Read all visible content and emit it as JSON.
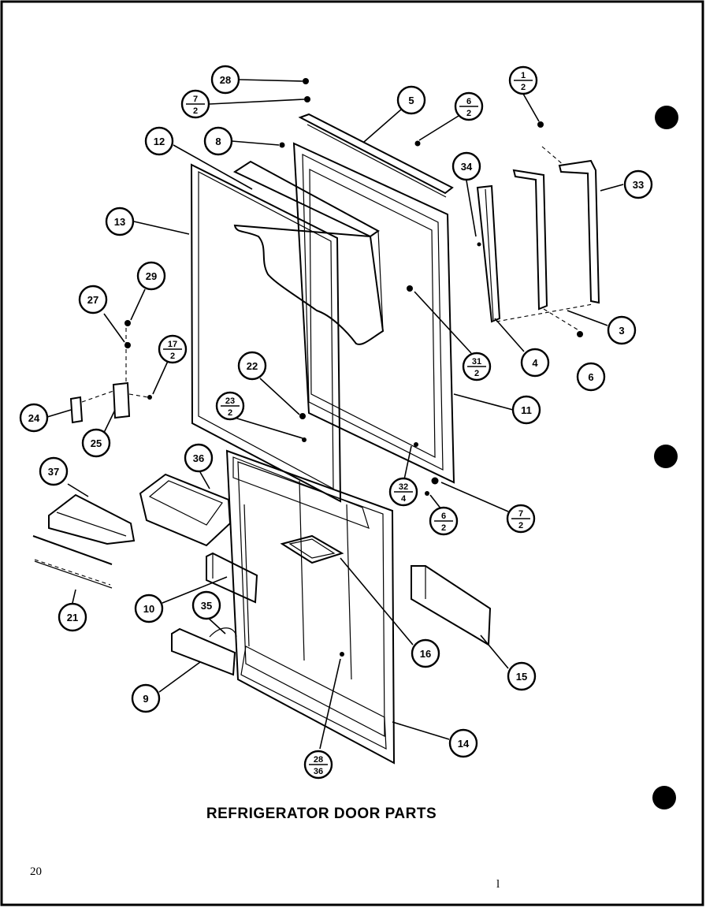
{
  "title": "REFRIGERATOR DOOR PARTS",
  "page_number": "20",
  "footer_mark": "l",
  "callouts": [
    {
      "id": "c28a",
      "top": "28",
      "bottom": ""
    },
    {
      "id": "c7-2a",
      "top": "7",
      "bottom": "2"
    },
    {
      "id": "c8",
      "top": "8",
      "bottom": ""
    },
    {
      "id": "c12",
      "top": "12",
      "bottom": ""
    },
    {
      "id": "c13",
      "top": "13",
      "bottom": ""
    },
    {
      "id": "c5",
      "top": "5",
      "bottom": ""
    },
    {
      "id": "c6-2a",
      "top": "6",
      "bottom": "2"
    },
    {
      "id": "c1-2",
      "top": "1",
      "bottom": "2"
    },
    {
      "id": "c34",
      "top": "34",
      "bottom": ""
    },
    {
      "id": "c33",
      "top": "33",
      "bottom": ""
    },
    {
      "id": "c29",
      "top": "29",
      "bottom": ""
    },
    {
      "id": "c27",
      "top": "27",
      "bottom": ""
    },
    {
      "id": "c17-2",
      "top": "17",
      "bottom": "2"
    },
    {
      "id": "c22",
      "top": "22",
      "bottom": ""
    },
    {
      "id": "c31-2",
      "top": "31",
      "bottom": "2"
    },
    {
      "id": "c4",
      "top": "4",
      "bottom": ""
    },
    {
      "id": "c3",
      "top": "3",
      "bottom": ""
    },
    {
      "id": "c6",
      "top": "6",
      "bottom": ""
    },
    {
      "id": "c11",
      "top": "11",
      "bottom": ""
    },
    {
      "id": "c24",
      "top": "24",
      "bottom": ""
    },
    {
      "id": "c25",
      "top": "25",
      "bottom": ""
    },
    {
      "id": "c23-2",
      "top": "23",
      "bottom": "2"
    },
    {
      "id": "c37",
      "top": "37",
      "bottom": ""
    },
    {
      "id": "c36",
      "top": "36",
      "bottom": ""
    },
    {
      "id": "c32-4",
      "top": "32",
      "bottom": "4"
    },
    {
      "id": "c6-2b",
      "top": "6",
      "bottom": "2"
    },
    {
      "id": "c7-2b",
      "top": "7",
      "bottom": "2"
    },
    {
      "id": "c21",
      "top": "21",
      "bottom": ""
    },
    {
      "id": "c10",
      "top": "10",
      "bottom": ""
    },
    {
      "id": "c35",
      "top": "35",
      "bottom": ""
    },
    {
      "id": "c16",
      "top": "16",
      "bottom": ""
    },
    {
      "id": "c15",
      "top": "15",
      "bottom": ""
    },
    {
      "id": "c9",
      "top": "9",
      "bottom": ""
    },
    {
      "id": "c14",
      "top": "14",
      "bottom": ""
    },
    {
      "id": "c28-36",
      "top": "28",
      "bottom": "36"
    }
  ]
}
